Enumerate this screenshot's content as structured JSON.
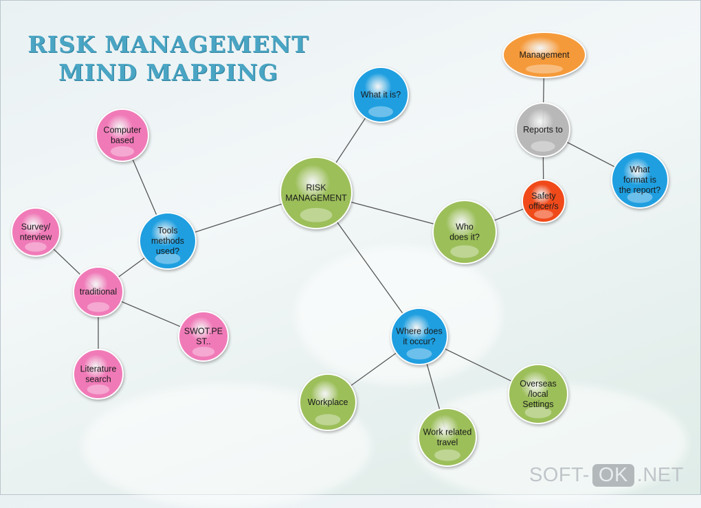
{
  "title": {
    "line1": "RISK MANAGEMENT",
    "line2": "MIND MAPPING"
  },
  "colors": {
    "title": "#4aa5c4",
    "blue": "#1f9fe0",
    "green": "#9cbf5a",
    "pink": "#f07ab8",
    "orange": "#f59a3a",
    "gray": "#b8b8b8",
    "red": "#f04a1a",
    "edge": "#555555"
  },
  "nodes": {
    "what": {
      "lines": [
        "What it is?"
      ],
      "color": "blue"
    },
    "management": {
      "lines": [
        "Management"
      ],
      "color": "orange"
    },
    "reports": {
      "lines": [
        "Reports to"
      ],
      "color": "gray"
    },
    "format": {
      "lines": [
        "What",
        "format is",
        "the report?"
      ],
      "color": "blue"
    },
    "safety": {
      "lines": [
        "Safety",
        "officer/s"
      ],
      "color": "red"
    },
    "risk": {
      "lines": [
        "RISK",
        "MANAGEMENT"
      ],
      "color": "green"
    },
    "who": {
      "lines": [
        "Who",
        "does it?"
      ],
      "color": "green"
    },
    "computer": {
      "lines": [
        "Computer",
        "based"
      ],
      "color": "pink"
    },
    "tools": {
      "lines": [
        "Tools",
        "methods",
        "used?"
      ],
      "color": "blue"
    },
    "survey": {
      "lines": [
        "Survey/",
        "nterview"
      ],
      "color": "pink"
    },
    "traditional": {
      "lines": [
        "traditional"
      ],
      "color": "pink"
    },
    "swot": {
      "lines": [
        "SWOT.PE",
        "ST.."
      ],
      "color": "pink"
    },
    "literature": {
      "lines": [
        "Literature",
        "search"
      ],
      "color": "pink"
    },
    "where": {
      "lines": [
        "Where does",
        "it occur?"
      ],
      "color": "blue"
    },
    "workplace": {
      "lines": [
        "Workplace"
      ],
      "color": "green"
    },
    "travel": {
      "lines": [
        "Work related",
        "travel"
      ],
      "color": "green"
    },
    "overseas": {
      "lines": [
        "Overseas",
        "/local",
        "Settings"
      ],
      "color": "green"
    }
  },
  "edges": [
    [
      "what",
      "risk"
    ],
    [
      "risk",
      "tools"
    ],
    [
      "risk",
      "who"
    ],
    [
      "risk",
      "where"
    ],
    [
      "who",
      "safety"
    ],
    [
      "safety",
      "reports"
    ],
    [
      "reports",
      "management"
    ],
    [
      "reports",
      "format"
    ],
    [
      "tools",
      "computer"
    ],
    [
      "tools",
      "traditional"
    ],
    [
      "traditional",
      "survey"
    ],
    [
      "traditional",
      "swot"
    ],
    [
      "traditional",
      "literature"
    ],
    [
      "where",
      "workplace"
    ],
    [
      "where",
      "travel"
    ],
    [
      "where",
      "overseas"
    ]
  ],
  "watermark": {
    "left": "SOFT-",
    "mid": "OK",
    "right": ".NET"
  }
}
